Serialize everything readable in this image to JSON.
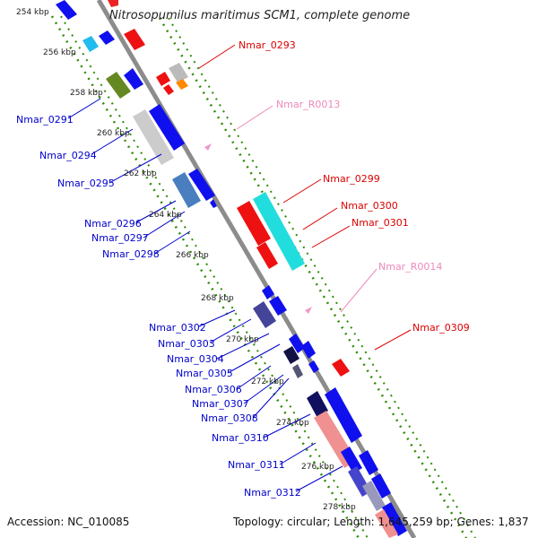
{
  "title": "Nitrosopumilus maritimus SCM1, complete genome",
  "footer": {
    "accession_label": "Accession:",
    "accession": "NC_010085",
    "topology_label": "Topology:",
    "topology": "circular",
    "length_label": "Length:",
    "length": "1,645,259 bp",
    "genes_label": "Genes:",
    "genes": "1,837"
  },
  "colors": {
    "backbone": "#8c8c8c",
    "ticks": "#2e8b00",
    "forward_label": "#0000cc",
    "reverse_label": "#dd0000",
    "rna_label": "#ee88bb"
  },
  "scale_labels": [
    "254 kbp",
    "256 kbp",
    "258 kbp",
    "260 kbp",
    "262 kbp",
    "264 kbp",
    "266 kbp",
    "268 kbp",
    "270 kbp",
    "272 kbp",
    "274 kbp",
    "276 kbp",
    "278 kbp"
  ],
  "forward_genes": [
    "Nmar_0291",
    "Nmar_0294",
    "Nmar_0295",
    "Nmar_0296",
    "Nmar_0297",
    "Nmar_0298",
    "Nmar_0302",
    "Nmar_0303",
    "Nmar_0304",
    "Nmar_0305",
    "Nmar_0306",
    "Nmar_0307",
    "Nmar_0308",
    "Nmar_0310",
    "Nmar_0311",
    "Nmar_0312"
  ],
  "reverse_genes": [
    "Nmar_0293",
    "Nmar_0299",
    "Nmar_0300",
    "Nmar_0301",
    "Nmar_0309"
  ],
  "rna_genes": [
    "Nmar_R0013",
    "Nmar_R0014"
  ]
}
